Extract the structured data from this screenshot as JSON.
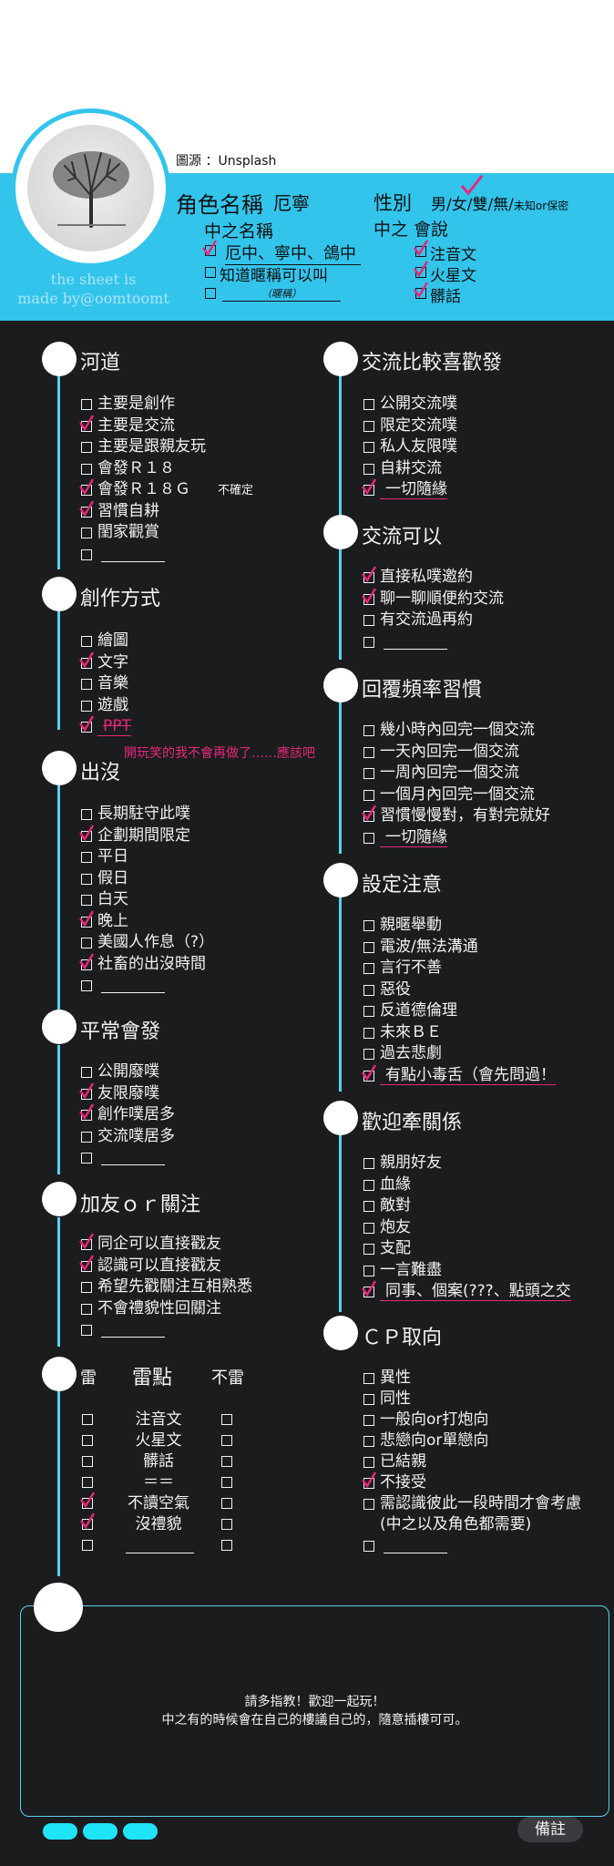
{
  "header": {
    "source": "圖源 ：Unsplash",
    "credit_line1": "the sheet is",
    "credit_line2": "made by@oomtoomt",
    "char_name_label": "角色名稱",
    "char_name_value": "厄寧",
    "gender_label": "性別",
    "gender_options": "男/女/雙/無/",
    "gender_small": "未知or保密",
    "nickname_label": "中之名稱",
    "nickname_options": [
      {
        "text": "厄中、寧中、鴿中",
        "checked": true
      },
      {
        "text": "知道暱稱可以叫",
        "checked": false
      },
      {
        "text": "（暱稱）",
        "checked": false
      }
    ],
    "speech_label": "中之 會說",
    "speech_options": [
      {
        "text": "注音文",
        "checked": true
      },
      {
        "text": "火星文",
        "checked": true
      },
      {
        "text": "髒話",
        "checked": true
      }
    ]
  },
  "sections": {
    "hedao": {
      "title": "河道",
      "items": [
        {
          "text": "主要是創作",
          "checked": false
        },
        {
          "text": "主要是交流",
          "checked": true
        },
        {
          "text": "主要是跟親友玩",
          "checked": false
        },
        {
          "text": "會發Ｒ１８",
          "checked": false
        },
        {
          "text": "會發Ｒ１８Ｇ",
          "checked": true,
          "note": "不確定"
        },
        {
          "text": "習慣自耕",
          "checked": true
        },
        {
          "text": "閨家觀賞",
          "checked": false
        },
        {
          "text": "",
          "checked": false
        }
      ]
    },
    "create": {
      "title": "創作方式",
      "items": [
        {
          "text": "繪圖",
          "checked": false
        },
        {
          "text": "文字",
          "checked": true
        },
        {
          "text": "音樂",
          "checked": false
        },
        {
          "text": "遊戲",
          "checked": false
        },
        {
          "text": "PPT",
          "checked": true,
          "strike": true
        }
      ],
      "note": "開玩笑的我不會再做了……應該吧"
    },
    "appear": {
      "title": "出沒",
      "items": [
        {
          "text": "長期駐守此噗",
          "checked": false
        },
        {
          "text": "企劃期間限定",
          "checked": true
        },
        {
          "text": "平日",
          "checked": false
        },
        {
          "text": "假日",
          "checked": false
        },
        {
          "text": "白天",
          "checked": false
        },
        {
          "text": "晚上",
          "checked": true
        },
        {
          "text": "美國人作息（?）",
          "checked": false
        },
        {
          "text": "社畜的出沒時間",
          "checked": true
        },
        {
          "text": "",
          "checked": false
        }
      ]
    },
    "usual": {
      "title": "平常會發",
      "items": [
        {
          "text": "公開廢噗",
          "checked": false
        },
        {
          "text": "友限廢噗",
          "checked": true
        },
        {
          "text": "創作噗居多",
          "checked": true
        },
        {
          "text": "交流噗居多",
          "checked": false
        },
        {
          "text": "",
          "checked": false
        }
      ]
    },
    "friend": {
      "title": "加友ｏｒ關注",
      "items": [
        {
          "text": "同企可以直接戳友",
          "checked": true
        },
        {
          "text": "認識可以直接戳友",
          "checked": true
        },
        {
          "text": "希望先戳關注互相熟悉",
          "checked": false
        },
        {
          "text": "不會禮貌性回關注",
          "checked": false
        },
        {
          "text": "",
          "checked": false
        }
      ]
    },
    "mine": {
      "left": "雷",
      "center": "雷點",
      "right": "不雷",
      "rows": [
        {
          "text": "注音文",
          "mine": false,
          "ok": false
        },
        {
          "text": "火星文",
          "mine": false,
          "ok": false
        },
        {
          "text": "髒話",
          "mine": false,
          "ok": false
        },
        {
          "text": "＝＝",
          "mine": false,
          "ok": false
        },
        {
          "text": "不讀空氣",
          "mine": true,
          "ok": false
        },
        {
          "text": "沒禮貌",
          "mine": true,
          "ok": false
        },
        {
          "text": "",
          "mine": false,
          "ok": false
        }
      ]
    },
    "prefer": {
      "title": "交流比較喜歡發",
      "items": [
        {
          "text": "公開交流噗",
          "checked": false
        },
        {
          "text": "限定交流噗",
          "checked": false
        },
        {
          "text": "私人友限噗",
          "checked": false
        },
        {
          "text": "自耕交流",
          "checked": false
        },
        {
          "text": "一切隨緣",
          "checked": true,
          "pink": true
        }
      ]
    },
    "exchange": {
      "title": "交流可以",
      "items": [
        {
          "text": "直接私噗邀約",
          "checked": true
        },
        {
          "text": "聊一聊順便約交流",
          "checked": true
        },
        {
          "text": "有交流過再約",
          "checked": false
        },
        {
          "text": "",
          "checked": false
        }
      ]
    },
    "reply": {
      "title": "回覆頻率習慣",
      "items": [
        {
          "text": "幾小時內回完一個交流",
          "checked": false
        },
        {
          "text": "一天內回完一個交流",
          "checked": false
        },
        {
          "text": "一周內回完一個交流",
          "checked": false
        },
        {
          "text": "一個月內回完一個交流",
          "checked": false
        },
        {
          "text": "習慣慢慢對，有對完就好",
          "checked": true
        },
        {
          "text": "一切隨緣",
          "checked": false,
          "pink": true
        }
      ]
    },
    "caution": {
      "title": "設定注意",
      "items": [
        {
          "text": "親暱舉動",
          "checked": false
        },
        {
          "text": "電波/無法溝通",
          "checked": false
        },
        {
          "text": "言行不善",
          "checked": false
        },
        {
          "text": "惡役",
          "checked": false
        },
        {
          "text": "反道德倫理",
          "checked": false
        },
        {
          "text": "未來ＢＥ",
          "checked": false
        },
        {
          "text": "過去悲劇",
          "checked": false
        },
        {
          "text": "有點小毒舌（會先問過！",
          "checked": true,
          "pink": true
        }
      ]
    },
    "relation": {
      "title": "歡迎牽關係",
      "items": [
        {
          "text": "親朋好友",
          "checked": false
        },
        {
          "text": "血緣",
          "checked": false
        },
        {
          "text": "敵對",
          "checked": false
        },
        {
          "text": "炮友",
          "checked": false
        },
        {
          "text": "支配",
          "checked": false
        },
        {
          "text": "一言難盡",
          "checked": false
        },
        {
          "text": "同事、個案(???、點頭之交",
          "checked": true,
          "pink": true
        }
      ]
    },
    "cp": {
      "title": "ＣＰ取向",
      "items": [
        {
          "text": "異性",
          "checked": false
        },
        {
          "text": "同性",
          "checked": false
        },
        {
          "text": "一般向or打炮向",
          "checked": false
        },
        {
          "text": "悲戀向or單戀向",
          "checked": false
        },
        {
          "text": "已結親",
          "checked": false
        },
        {
          "text": "不接受",
          "checked": true
        },
        {
          "text": "需認識彼此一段時間才會考慮",
          "checked": false
        },
        {
          "text": "(中之以及角色都需要)",
          "checked": false,
          "nobox": true
        },
        {
          "text": "",
          "checked": false
        }
      ]
    }
  },
  "notes": {
    "line1": "請多指教！歡迎一起玩！",
    "line2": "中之有的時候會在自己的樓議自己的，隨意插樓可可。",
    "memo": "備註"
  },
  "colors": {
    "accent": "#33c4ec",
    "check": "#e4287a",
    "background": "#1b1c1e"
  }
}
